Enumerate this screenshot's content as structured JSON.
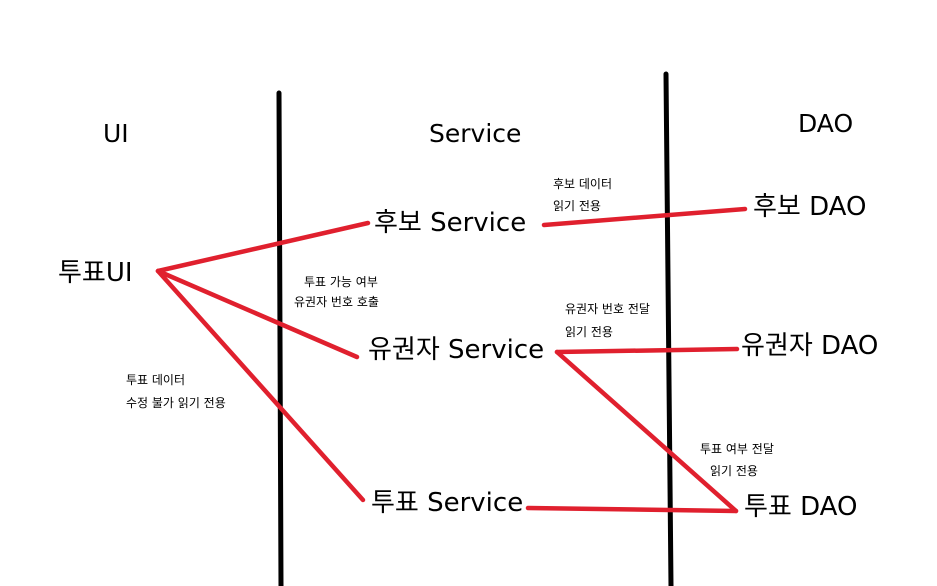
{
  "columns": {
    "ui": "UI",
    "service": "Service",
    "dao": "DAO"
  },
  "nodes": {
    "vote_ui": "투표UI",
    "candidate_service": "후보 Service",
    "voter_service": "유권자 Service",
    "vote_service": "투표 Service",
    "candidate_dao": "후보 DAO",
    "voter_dao": "유권자 DAO",
    "vote_dao": "투표 DAO"
  },
  "notes": {
    "candidate_data": {
      "line1": "후보 데이터",
      "line2": "읽기 전용"
    },
    "vote_possible": {
      "line1": "투표 가능 여부",
      "line2": "유권자 번호 호출"
    },
    "voter_number": {
      "line1": "유권자 번호 전달",
      "line2": "읽기 전용"
    },
    "vote_data": {
      "line1": "투표 데이터",
      "line2": "수정 불가 읽기 전용"
    },
    "vote_status": {
      "line1": "투표 여부 전달",
      "line2": "읽기 전용"
    }
  },
  "colors": {
    "connector": "#e0202e",
    "divider": "#000000",
    "text": "#000000"
  }
}
